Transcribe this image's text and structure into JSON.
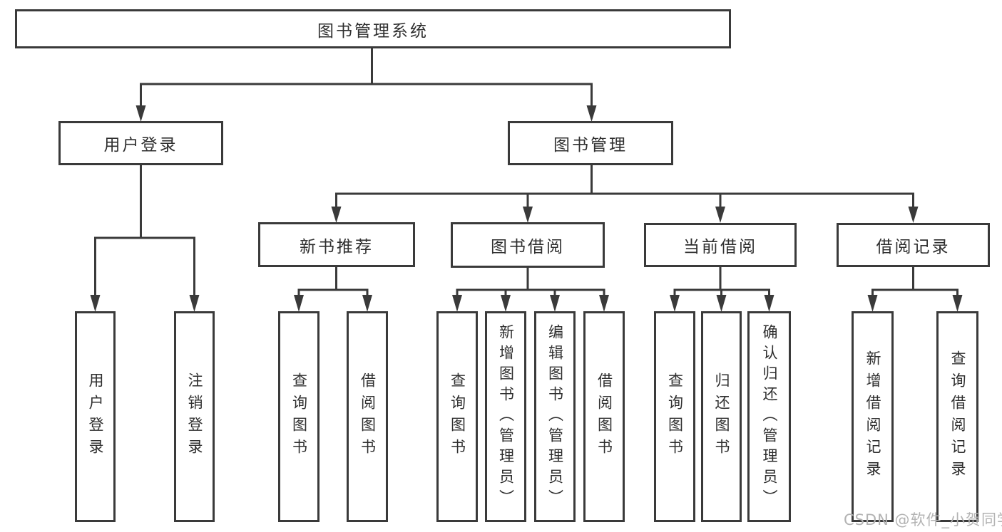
{
  "colors": {
    "line": "#3a3a3a",
    "text": "#2f2f2f",
    "background": "#ffffff",
    "watermark": "#b3b3b3"
  },
  "watermark": "CSDN @软件_小贺同学",
  "diagram": {
    "type": "tree",
    "root": "图书管理系统",
    "branches": [
      {
        "label": "用户登录",
        "children": [
          "用户登录",
          "注销登录"
        ]
      },
      {
        "label": "图书管理",
        "groups": [
          {
            "label": "新书推荐",
            "children": [
              "查询图书",
              "借阅图书"
            ]
          },
          {
            "label": "图书借阅",
            "children": [
              "查询图书",
              "新增图书（管理员）",
              "编辑图书（管理员）",
              "借阅图书"
            ]
          },
          {
            "label": "当前借阅",
            "children": [
              "查询图书",
              "归还图书",
              "确认归还（管理员）"
            ]
          },
          {
            "label": "借阅记录",
            "children": [
              "新增借阅记录",
              "查询借阅记录"
            ]
          }
        ]
      }
    ]
  }
}
